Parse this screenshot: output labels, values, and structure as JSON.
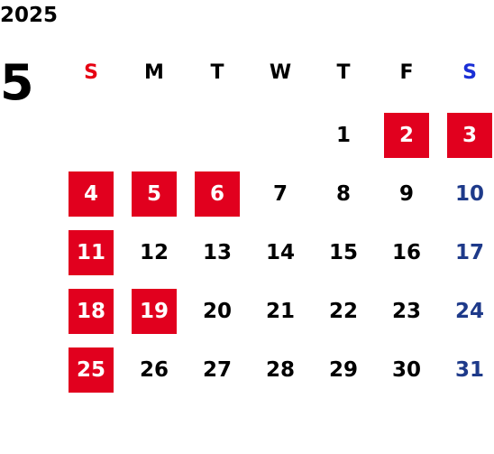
{
  "calendar": {
    "year": "2025",
    "month": "5",
    "colors": {
      "sunday_header": "#e60012",
      "saturday_header": "#1a2fd6",
      "saturday_date": "#1e3a8a",
      "holiday_bg": "#e1001e",
      "holiday_text": "#ffffff",
      "default_text": "#000000"
    },
    "weekdays": [
      {
        "label": "S",
        "kind": "sun"
      },
      {
        "label": "M",
        "kind": "weekday"
      },
      {
        "label": "T",
        "kind": "weekday"
      },
      {
        "label": "W",
        "kind": "weekday"
      },
      {
        "label": "T",
        "kind": "weekday"
      },
      {
        "label": "F",
        "kind": "weekday"
      },
      {
        "label": "S",
        "kind": "sat"
      }
    ],
    "weeks": [
      [
        null,
        null,
        null,
        null,
        {
          "day": "1"
        },
        {
          "day": "2",
          "holiday": true
        },
        {
          "day": "3",
          "holiday": true
        }
      ],
      [
        {
          "day": "4",
          "holiday": true
        },
        {
          "day": "5",
          "holiday": true
        },
        {
          "day": "6",
          "holiday": true
        },
        {
          "day": "7"
        },
        {
          "day": "8"
        },
        {
          "day": "9"
        },
        {
          "day": "10"
        }
      ],
      [
        {
          "day": "11",
          "holiday": true
        },
        {
          "day": "12"
        },
        {
          "day": "13"
        },
        {
          "day": "14"
        },
        {
          "day": "15"
        },
        {
          "day": "16"
        },
        {
          "day": "17"
        }
      ],
      [
        {
          "day": "18",
          "holiday": true
        },
        {
          "day": "19",
          "holiday": true
        },
        {
          "day": "20"
        },
        {
          "day": "21"
        },
        {
          "day": "22"
        },
        {
          "day": "23"
        },
        {
          "day": "24"
        }
      ],
      [
        {
          "day": "25",
          "holiday": true
        },
        {
          "day": "26"
        },
        {
          "day": "27"
        },
        {
          "day": "28"
        },
        {
          "day": "29"
        },
        {
          "day": "30"
        },
        {
          "day": "31"
        }
      ]
    ]
  }
}
